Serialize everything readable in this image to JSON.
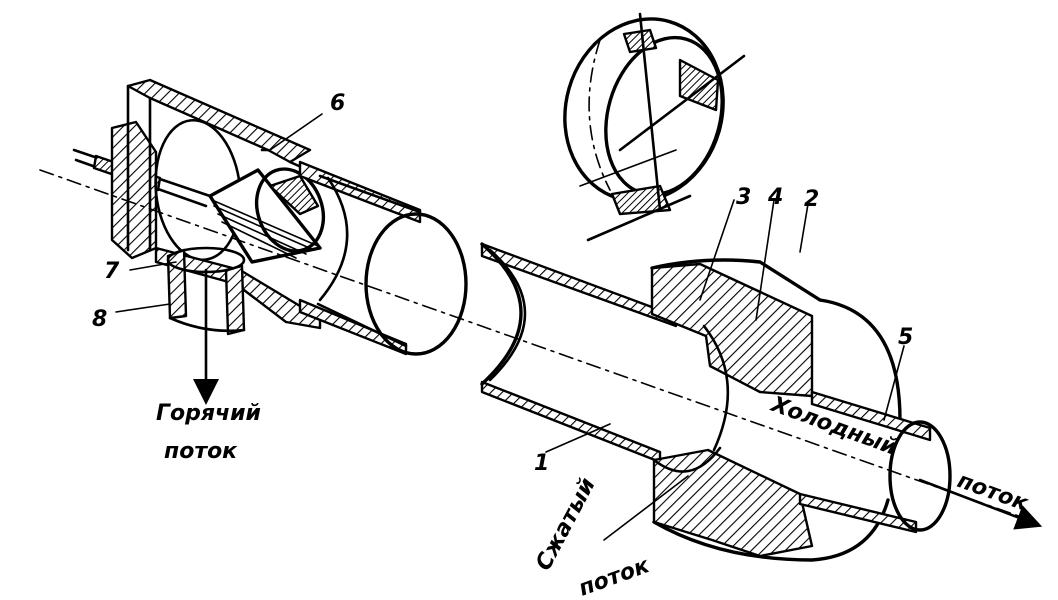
{
  "labels": {
    "n6": "6",
    "n3": "3",
    "n4": "4",
    "n2": "2",
    "n7": "7",
    "n8": "8",
    "n5": "5",
    "n1": "1",
    "hot_1": "Горячий",
    "hot_2": "поток",
    "cold": "Холодный",
    "flow": "поток",
    "comp_1": "Сжатый",
    "comp_2": "поток"
  }
}
